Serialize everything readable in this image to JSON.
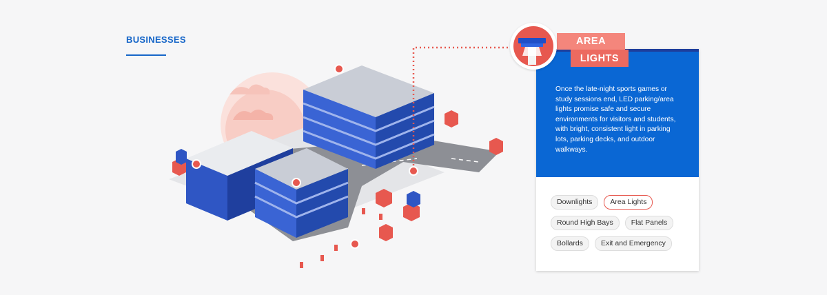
{
  "section": {
    "title": "BUSINESSES"
  },
  "card": {
    "title_line1": "AREA",
    "title_line2": "LIGHTS",
    "description": "Once the late-night sports games or study sessions end, LED parking/area lights promise safe and secure environments for visitors and students, with bright, consistent light in parking lots, parking decks, and outdoor walkways."
  },
  "tags": [
    {
      "label": "Downlights",
      "active": false
    },
    {
      "label": "Area Lights",
      "active": true
    },
    {
      "label": "Round High Bays",
      "active": false
    },
    {
      "label": "Flat Panels",
      "active": false
    },
    {
      "label": "Bollards",
      "active": false
    },
    {
      "label": "Exit and Emergency",
      "active": false
    }
  ],
  "colors": {
    "brand_blue": "#0a67d4",
    "accent_coral": "#ec6a60",
    "building_blue": "#2f56c4",
    "road_gray": "#8d8f95"
  },
  "icons": {
    "card_icon": "area-light-icon"
  }
}
